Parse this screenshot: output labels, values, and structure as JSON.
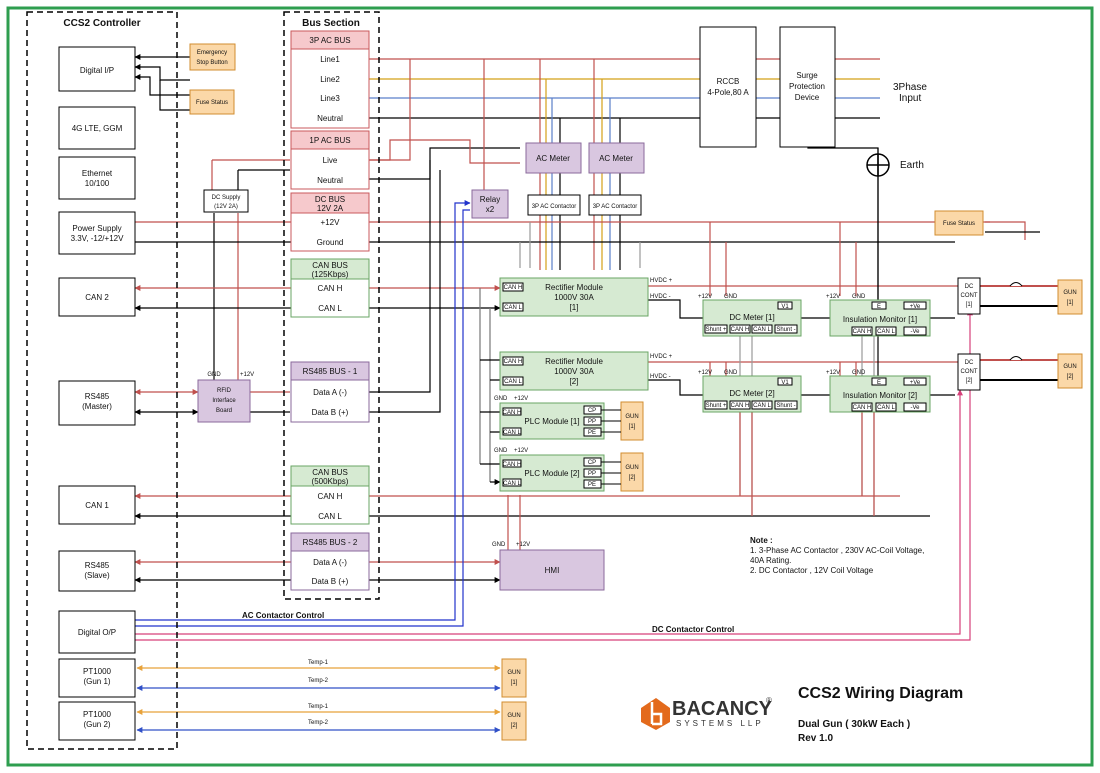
{
  "controller": {
    "title": "CCS2 Controller",
    "digital_ip": "Digital I/P",
    "lte": "4G LTE, GGM",
    "ethernet": [
      "Ethernet",
      "10/100"
    ],
    "power_supply": [
      "Power Supply",
      "3.3V, -12/+12V"
    ],
    "can2": "CAN 2",
    "rs485_master": [
      "RS485",
      "(Master)"
    ],
    "can1": "CAN 1",
    "rs485_slave": [
      "RS485",
      "(Slave)"
    ],
    "digital_op": "Digital O/P",
    "pt1000_gun1": [
      "PT1000",
      "(Gun 1)"
    ],
    "pt1000_gun2": [
      "PT1000",
      "(Gun 2)"
    ]
  },
  "inputs": {
    "emergency": [
      "Emergency",
      "Stop Button"
    ],
    "fuse_status": "Fuse Status"
  },
  "dc_supply": [
    "DC Supply",
    "(12V 2A)"
  ],
  "rfid": [
    "RFID",
    "Interface",
    "Board"
  ],
  "rfid_gnd": "GND",
  "rfid_12v": "+12V",
  "bus": {
    "title": "Bus Section",
    "ac3p": {
      "title": "3P AC BUS",
      "rows": [
        "Line1",
        "Line2",
        "Line3",
        "Neutral"
      ]
    },
    "ac1p": {
      "title": "1P AC BUS",
      "rows": [
        "Live",
        "Neutral"
      ]
    },
    "dc": {
      "title": [
        "DC BUS",
        "12V 2A"
      ],
      "rows": [
        "+12V",
        "Ground"
      ]
    },
    "can125": {
      "title": [
        "CAN BUS",
        "(125Kbps)"
      ],
      "rows": [
        "CAN H",
        "CAN L"
      ]
    },
    "rs485_1": {
      "title": "RS485 BUS - 1",
      "rows": [
        "Data A (-)",
        "Data B (+)"
      ]
    },
    "can500": {
      "title": [
        "CAN BUS",
        "(500Kbps)"
      ],
      "rows": [
        "CAN H",
        "CAN L"
      ]
    },
    "rs485_2": {
      "title": "RS485 BUS - 2",
      "rows": [
        "Data A (-)",
        "Data B (+)"
      ]
    }
  },
  "rccb": [
    "RCCB",
    "4-Pole,80 A"
  ],
  "surge": [
    "Surge",
    "Protection",
    "Device"
  ],
  "three_phase": [
    "3Phase",
    "Input"
  ],
  "earth": "Earth",
  "ac_meter": "AC Meter",
  "relay": [
    "Relay",
    "x2"
  ],
  "contactor": "3P AC Contactor",
  "rectifier1": [
    "Rectifier Module",
    "1000V 30A",
    "[1]"
  ],
  "rectifier2": [
    "Rectifier Module",
    "1000V 30A",
    "[2]"
  ],
  "can_h": "CAN H",
  "can_l": "CAN L",
  "hvdc_plus": "HVDC +",
  "hvdc_minus": "HVDC -",
  "plus12v": "+12V",
  "gnd": "GND",
  "dc_meter1": "DC Meter [1]",
  "dc_meter2": "DC Meter [2]",
  "shunt_plus": "Shunt +",
  "shunt_minus": "Shunt -",
  "v1": "V1",
  "ins_mon1": "Insulation Monitor [1]",
  "ins_mon2": "Insulation Monitor [2]",
  "e": "E",
  "plus_ve": "+Ve",
  "minus_ve": "-Ve",
  "dc_cont1": [
    "DC",
    "CONT",
    "[1]"
  ],
  "dc_cont2": [
    "DC",
    "CONT",
    "[2]"
  ],
  "gun1": [
    "GUN",
    "[1]"
  ],
  "gun2": [
    "GUN",
    "[2]"
  ],
  "plc1": "PLC Module [1]",
  "plc2": "PLC Module [2]",
  "cp": "CP",
  "pp": "PP",
  "pe": "PE",
  "hmi": "HMI",
  "temp1": "Temp-1",
  "temp2": "Temp-2",
  "ac_contactor_control": "AC Contactor Control",
  "dc_contactor_control": "DC Contactor Control",
  "note": {
    "title": "Note :",
    "lines": [
      "1. 3-Phase AC Contactor , 230V AC-Coil Voltage,",
      "40A Rating.",
      "2. DC Contactor , 12V Coil Voltage"
    ]
  },
  "logo": {
    "name": "BACANCY",
    "sub": "SYSTEMS LLP",
    "reg": "®"
  },
  "diagram_title": "CCS2 Wiring Diagram",
  "subtitle": "Dual Gun ( 30kW Each )",
  "rev": "Rev 1.0",
  "colors": {
    "border": "#2e9e4f",
    "bus_header": "#f6c9cc",
    "bus_border": "#c9595c",
    "green_header": "#d6ead2",
    "green_border": "#6aa564",
    "module": "#d6ead2",
    "purple": "#d9c7e0",
    "purple_border": "#8a6a9b",
    "orange": "#fbd8a8",
    "orange_border": "#d18c2f",
    "line_red": "#c0504d",
    "line_yellow": "#d4a017",
    "line_blue": "#5b7fc9",
    "line_black": "#000000",
    "line_pink": "#d6407a",
    "line_navy": "#2233cc",
    "temp1": "#e8a23a",
    "temp2": "#3050c8",
    "logo_orange": "#e36a1c"
  }
}
